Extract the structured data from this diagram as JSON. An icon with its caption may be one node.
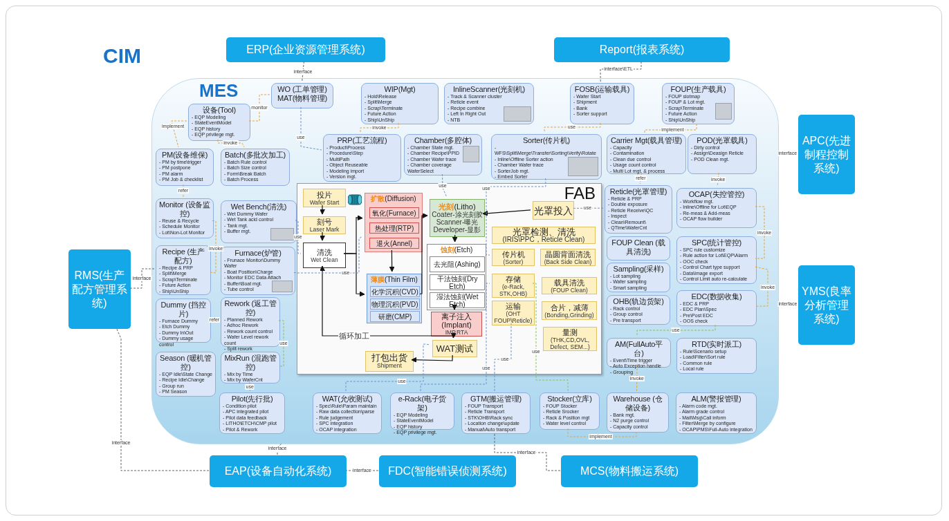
{
  "diagram": {
    "nodes": [
      {
        "text": [
          "CIM"
        ]
      },
      {
        "text": [
          "ERP(企业资源管理系统)"
        ],
        "in": 0
      },
      {
        "text": [
          "Report(报表系统)"
        ],
        "in": 0
      },
      {
        "text": [
          "APC(先进制程控制系统)"
        ],
        "in": 0
      },
      {
        "text": [
          "RMS(生产配方管理系统)"
        ],
        "in": 0
      },
      {
        "text": [
          "YMS(良率分析管理系统)"
        ],
        "in": 0
      },
      {
        "text": [
          "MES"
        ],
        "in": 0
      },
      {
        "text": [
          "WO (工单管理) MAT(物料管理)"
        ],
        "in": 6
      },
      {
        "text": [
          "WIP(Mgt)",
          "- Hold\\Release",
          "- Split\\Merge",
          "- Scrap\\Terminate",
          "- Future Action",
          "- Ship\\UnShip"
        ],
        "in": 6
      },
      {
        "text": [
          "InlineScanner(光刻机)",
          "- Track & Scanner cluster",
          "- Reticle event",
          "- Recipe combine",
          "- Left In Right Out",
          "- NTB"
        ],
        "in": 6
      },
      {
        "text": [
          "FOSB(运输载具)",
          "- Wafer Start",
          "- Shipment",
          "- Bank",
          "- Sorter support"
        ],
        "in": 6
      },
      {
        "text": [
          "FOUP(生产载具)",
          "- FOUP slotmap",
          "- FOUP & Lot mgt.",
          "- Scrap\\Terminate",
          "- Future Action",
          "- Ship\\UnShip"
        ],
        "in": 6
      },
      {
        "text": [
          "设备(Tool)",
          "- EQP Modeling",
          "- StateEventModel",
          "- EQP history",
          "- EQP privilege mgt."
        ],
        "in": 6
      },
      {
        "text": [
          "PM(设备维保)",
          "- PM by time\\trigger",
          "- PM postpone",
          "- PM alarm",
          "- PM Job & checklist"
        ],
        "in": 6
      },
      {
        "text": [
          "Batch(多批次加工)",
          "- Batch Rule control",
          "- Batch Size control",
          "- Form\\Break Batch",
          "- Batch Process"
        ],
        "in": 6
      },
      {
        "text": [
          "PRP(工艺流程)",
          "- Product\\Process",
          "- Procedure\\Step",
          "- MultiPath",
          "- Object Reuseable",
          "- Modeling import",
          "- Version mgt."
        ],
        "in": 6
      },
      {
        "text": [
          "Chamber(多腔体)",
          "- Chamber State mgt.",
          "- Chamber Recipe\\PPID",
          "- Chamber Wafer trace",
          "- Chamber coverage WaferSelect"
        ],
        "in": 6
      },
      {
        "text": [
          "Sorter(传片机)",
          "- WFS\\Split\\Merge\\Transfer\\Sorting\\Verify\\Rotate",
          "- Inline\\Offline Sorter action",
          "- Chamber Wafer trace",
          "- SorterJob mgt.",
          "- Embed Sorter"
        ],
        "in": 6
      },
      {
        "text": [
          "Carrier Mgt(载具管理)",
          "- Capacity",
          "- Contamination",
          "- Clean due control",
          "- Usage count control",
          "- Multi Lot mgt. & process"
        ],
        "in": 6
      },
      {
        "text": [
          "POD(光罩载具)",
          "- Dirty control",
          "- Assign\\Deasign Reticle",
          "- POD Clean mgt."
        ],
        "in": 6
      },
      {
        "text": [
          "Monitor (设备监控)",
          "- Reuse & Recycle",
          "- Schedule Monitor",
          "- Lot\\Non-Lot Monitor"
        ],
        "in": 6
      },
      {
        "text": [
          "Wet Bench(清洗)",
          "- Wet Dummy Wafer",
          "- Wet Tank acid control",
          "- Tank mgt.",
          "- Buffer mgt."
        ],
        "in": 6
      },
      {
        "text": [
          "Reticle(光罩管理)",
          "- Reticle & PRP",
          "- Double exposure",
          "- Reticle Receive\\QC",
          "- Inspect",
          "- Clean\\Remount\\",
          "- QTime\\WaferCnt"
        ],
        "in": 6
      },
      {
        "text": [
          "OCAP(失控管控)",
          "- Workflow mgt.",
          "- Inline\\Offline for Lot\\EQP",
          "- Re-meas & Add-meas",
          "- OCAP flow builder"
        ],
        "in": 6
      },
      {
        "text": [
          "FAB"
        ],
        "in": 6
      },
      {
        "text": [
          "投片",
          "Wafer Start"
        ],
        "in": 24
      },
      {
        "text": [
          "刻号",
          "Laser Mark"
        ],
        "in": 24
      },
      {
        "text": [
          "**扩散**(Diffusion)"
        ],
        "in": 24
      },
      {
        "text": [
          "氧化(Furnace)"
        ],
        "in": 27
      },
      {
        "text": [
          "热处理(RTP)"
        ],
        "in": 27
      },
      {
        "text": [
          "退火(Annel)"
        ],
        "in": 27
      },
      {
        "text": [
          "**光刻**(Litho)",
          "Coater-涂光刻胶",
          "Scanner-曝光",
          "Developer-显影"
        ],
        "in": 24
      },
      {
        "text": [
          "光罩投入"
        ],
        "in": 24
      },
      {
        "text": [
          "清洗",
          "Wet Clean"
        ],
        "in": 24
      },
      {
        "text": [
          "光罩检测、清洗",
          "(IRIS\\PPC，Reticle Clean)"
        ],
        "in": 24
      },
      {
        "text": [
          "**蚀刻**(Etch)"
        ],
        "in": 24
      },
      {
        "text": [
          "去光阻(Ashing)"
        ],
        "in": 35
      },
      {
        "text": [
          "干法蚀刻(Dry Etch)"
        ],
        "in": 35
      },
      {
        "text": [
          "湿法蚀刻(Wet Etch)"
        ],
        "in": 35
      },
      {
        "text": [
          "传片机",
          "(Sorter)"
        ],
        "in": 24
      },
      {
        "text": [
          "晶圆背面清洗",
          "(Back Side Clean)"
        ],
        "in": 24
      },
      {
        "text": [
          "**薄膜**(Thin Film)"
        ],
        "in": 24
      },
      {
        "text": [
          "化学沉积(CVD)"
        ],
        "in": 41
      },
      {
        "text": [
          "物理沉积(PVD)"
        ],
        "in": 41
      },
      {
        "text": [
          "研磨(CMP)"
        ],
        "in": 41
      },
      {
        "text": [
          "存储",
          "(e-Rack, STK,OHB)"
        ],
        "in": 24
      },
      {
        "text": [
          "载具清洗",
          "(FOUP Clean)"
        ],
        "in": 24
      },
      {
        "text": [
          "离子注入 (Implant)",
          "IMP,RTA"
        ],
        "in": 24
      },
      {
        "text": [
          "运输",
          "(OHT FOUP\\Reticle)"
        ],
        "in": 24
      },
      {
        "text": [
          "合片，减薄",
          "(Bonding,Grinding)"
        ],
        "in": 24
      },
      {
        "text": [
          "量测",
          "(THK,CD,OVL, Defect, SEM...)"
        ],
        "in": 24
      },
      {
        "text": [
          "WAT测试"
        ],
        "in": 24
      },
      {
        "text": [
          "打包出货",
          "Shipment"
        ],
        "in": 24
      },
      {
        "text": [
          "Recipe (生产配方)",
          "- Recipe & PRP",
          "- Split\\Merge",
          "- Scrap\\Terminate",
          "- Future Action",
          "- Ship\\UnShip"
        ],
        "in": 6
      },
      {
        "text": [
          "Furnace(炉管)",
          "- Frunace Monitor\\Dummy Wafer",
          "- Boat Position\\Charge",
          "- Monitor EDC Data Attach",
          "- Buffer\\Boat mgt.",
          "- Tube control"
        ],
        "in": 6
      },
      {
        "text": [
          "FOUP Clean (载具清洗)"
        ],
        "in": 6
      },
      {
        "text": [
          "SPC(统计管控)",
          "- SPC rule customize",
          "- Rule action for Lot\\EQP\\Alarm",
          "- OOC check",
          "- Control Chart type support",
          "- Data\\Image export",
          "- Control Limit auto re-calculate"
        ],
        "in": 6
      },
      {
        "text": [
          "Sampling(采样)",
          "- Lot sampling",
          "- Wafer sampling",
          "- Smart sampling"
        ],
        "in": 6
      },
      {
        "text": [
          "Dummy (挡控片)",
          "- Furnace Dummy",
          "- Etch Dummy",
          "- Dummy In\\Out",
          "- Dummy usage control"
        ],
        "in": 6
      },
      {
        "text": [
          "Rework (返工管控)",
          "- Planned Rework",
          "- Adhoc Rework",
          "- Rework count control",
          "- Wafer Level rework count",
          "- Split rework"
        ],
        "in": 6
      },
      {
        "text": [
          "OHB(轨边货架)",
          "- Rack control",
          "- Group control",
          "- Pre transport"
        ],
        "in": 6
      },
      {
        "text": [
          "EDC(数据收集)",
          "- EDC & PRP",
          "- EDC Plan\\Spec",
          "- Pre\\Post EDC",
          "- OOS check"
        ],
        "in": 6
      },
      {
        "text": [
          "AM(FullAuto平台)",
          "- Event\\Time trigger",
          "- Auto Exception handle",
          "- Grouping"
        ],
        "in": 6
      },
      {
        "text": [
          "RTD(实时派工)",
          "- Rule\\Scenario setup",
          "- Load\\Filter\\Sort rule",
          "- Common rule",
          "- Local rule"
        ],
        "in": 6
      },
      {
        "text": [
          "Season (暖机管控)",
          "- EQP Idle\\State Change",
          "- Recipe Idle\\Change",
          "- Group run",
          "- PM Season"
        ],
        "in": 6
      },
      {
        "text": [
          "MixRun (混跑管控)",
          "- Mix by Time",
          "- Mix by WaferCnt"
        ],
        "in": 6
      },
      {
        "text": [
          "Pilot(先行批)",
          "- Condition pilot",
          "- APC integrated pilot",
          "- Pilot data feedback",
          "- LITHO\\ETCH\\CMP pilot",
          "- Pilot & Rework"
        ],
        "in": 6
      },
      {
        "text": [
          "WAT(允收测试)",
          "- Spec\\Rule\\Param maintain",
          "- Raw data collection\\parse",
          "- Rule judgement",
          "- SPC integration",
          "- OCAP integration"
        ],
        "in": 6
      },
      {
        "text": [
          "e-Rack(电子货架)",
          "- EQP Modeling",
          "- StateEventModel",
          "- EQP history",
          "- EQP privilege mgt."
        ],
        "in": 6
      },
      {
        "text": [
          "GTM(搬运管理)",
          "- FOUP Transport",
          "- Reticle Transport",
          "- STK\\OHB\\Rack sync",
          "- Location change\\update",
          "- Manual\\Auto transport"
        ],
        "in": 6
      },
      {
        "text": [
          "Stocker(立库)",
          "- FOUP Stocker",
          "- Reticle Srocker",
          "- Rack & Position mgt",
          "- Water level control"
        ],
        "in": 6
      },
      {
        "text": [
          "Warehouse (仓储设备)",
          "- Bank mgt.",
          "- N2 purge control",
          "- Capacity control"
        ],
        "in": 6
      },
      {
        "text": [
          "ALM(警报管理)",
          "- Alarm code mgt.",
          "- Alarm grade control",
          "- Mail\\Msg\\Call inform",
          "- Filter\\Merge by configure",
          "- OCAP\\PMS\\Full-Auto integration"
        ],
        "in": 6
      },
      {
        "text": [
          "EAP(设备自动化系统)"
        ],
        "in": 0
      },
      {
        "text": [
          "FDC(智能错误侦测系统)"
        ],
        "in": 0
      },
      {
        "text": [
          "MCS(物料搬运系统)"
        ],
        "in": 0
      }
    ],
    "edges": [
      {
        "from": 25,
        "to": 26,
        "arrow": "to",
        "color": "#111111"
      },
      {
        "from": 26,
        "to": 33,
        "arrow": "to",
        "color": "#111111"
      },
      {
        "from": 33,
        "to": 27,
        "arrow": "to",
        "color": "#111111"
      },
      {
        "from": 33,
        "to": 41,
        "arrow": "to",
        "color": "#111111"
      },
      {
        "from": 27,
        "to": 41,
        "arrow": "to",
        "color": "#111111"
      },
      {
        "from": 41,
        "to": 31,
        "arrow": "to",
        "color": "#111111"
      },
      {
        "from": 32,
        "to": 31,
        "arrow": "to",
        "color": "#111111"
      },
      {
        "from": 31,
        "to": 35,
        "arrow": "to",
        "color": "#111111"
      },
      {
        "from": 35,
        "to": 47,
        "arrow": "to",
        "color": "#111111"
      },
      {
        "from": 47,
        "to": 51,
        "arrow": "to",
        "color": "#111111"
      },
      {
        "from": 47,
        "to": 33,
        "arrow": "to",
        "label": "循环加工",
        "color": "#111111"
      },
      {
        "from": 51,
        "to": 52,
        "arrow": "to",
        "color": "#111111"
      },
      {
        "from": 1,
        "to": 7,
        "arrow": "none",
        "label": "interface",
        "style": "dashed",
        "color": "#666666"
      },
      {
        "from": 2,
        "to": 10,
        "arrow": "none",
        "label": "interface\\ETL",
        "style": "dashed",
        "color": "#666666"
      },
      {
        "from": 3,
        "to": 6,
        "arrow": "none",
        "label": "interface",
        "style": "dashed",
        "color": "#666666"
      },
      {
        "from": 5,
        "to": 6,
        "arrow": "none",
        "label": "interface",
        "style": "dashed",
        "color": "#666666"
      },
      {
        "from": 4,
        "to": 53,
        "arrow": "none",
        "label": "interface",
        "style": "dashed",
        "color": "#666666"
      },
      {
        "from": 73,
        "to": 4,
        "arrow": "none",
        "label": "interface",
        "style": "dashed",
        "color": "#666666"
      },
      {
        "from": 73,
        "to": 6,
        "arrow": "none",
        "label": "interface",
        "style": "dashed",
        "color": "#666666"
      },
      {
        "from": 74,
        "to": 73,
        "arrow": "none",
        "label": "interface",
        "style": "dashed",
        "color": "#666666"
      },
      {
        "from": 75,
        "to": 69,
        "arrow": "none",
        "label": "interface",
        "style": "dashed",
        "color": "#666666"
      },
      {
        "from": 12,
        "to": 13,
        "arrow": "none",
        "label": "implement",
        "style": "dashed",
        "color": "#e8a33a"
      },
      {
        "from": 12,
        "to": 14,
        "arrow": "none",
        "label": "invoke",
        "style": "dashed",
        "color": "#e8a33a"
      },
      {
        "from": 12,
        "to": 7,
        "arrow": "none",
        "label": "monitor",
        "style": "dashed",
        "color": "#e8a33a"
      },
      {
        "from": 13,
        "to": 20,
        "arrow": "none",
        "label": "refer",
        "style": "dashed",
        "color": "#e8a33a"
      },
      {
        "from": 20,
        "to": 53,
        "arrow": "none",
        "label": "invoke",
        "style": "dashed",
        "color": "#e8a33a"
      },
      {
        "from": 58,
        "to": 59,
        "arrow": "none",
        "label": "refer",
        "style": "dashed",
        "color": "#8cc152"
      },
      {
        "from": 7,
        "to": 15,
        "arrow": "none",
        "label": "use",
        "style": "dashed",
        "color": "#6f93cf"
      },
      {
        "from": 8,
        "to": 15,
        "arrow": "none",
        "label": "invoke",
        "style": "dashed",
        "color": "#e8a33a"
      },
      {
        "from": 18,
        "to": 11,
        "arrow": "none",
        "label": "implement",
        "style": "dashed",
        "color": "#e8a33a"
      },
      {
        "from": 10,
        "to": 17,
        "arrow": "none",
        "label": "use",
        "style": "dashed",
        "color": "#e8a33a"
      },
      {
        "from": 18,
        "to": 22,
        "arrow": "none",
        "label": "refer",
        "style": "dashed",
        "color": "#e8a33a"
      },
      {
        "from": 19,
        "to": 23,
        "arrow": "none",
        "label": "invoke",
        "style": "dashed",
        "color": "#e8a33a"
      },
      {
        "from": 16,
        "to": 31,
        "arrow": "none",
        "label": "use",
        "style": "dashed",
        "color": "#6f93cf"
      },
      {
        "from": 17,
        "to": 39,
        "arrow": "none",
        "label": "use",
        "style": "dashed",
        "color": "#6f93cf"
      },
      {
        "from": 22,
        "to": 32,
        "arrow": "none",
        "label": "use",
        "style": "dashed",
        "color": "#6f93cf"
      },
      {
        "from": 23,
        "to": 56,
        "arrow": "none",
        "label": "invoke",
        "style": "dashed",
        "color": "#e8a33a"
      },
      {
        "from": 56,
        "to": 61,
        "arrow": "none",
        "label": "invoke",
        "style": "dashed",
        "color": "#e8a33a"
      },
      {
        "from": 61,
        "to": 62,
        "arrow": "none",
        "label": "use",
        "style": "dashed",
        "color": "#8cc152"
      },
      {
        "from": 71,
        "to": 62,
        "arrow": "none",
        "label": "invoke",
        "style": "dashed",
        "color": "#e8a33a"
      },
      {
        "from": 70,
        "to": 71,
        "arrow": "none",
        "label": "implement",
        "style": "dashed",
        "color": "#e8a33a"
      },
      {
        "from": 59,
        "to": 65,
        "arrow": "none",
        "label": "use",
        "style": "dashed",
        "color": "#8cc152"
      },
      {
        "from": 66,
        "to": 65,
        "arrow": "none",
        "label": "use",
        "style": "dashed",
        "color": "#8cc152"
      },
      {
        "from": 67,
        "to": 51,
        "arrow": "none",
        "label": "use",
        "style": "dashed",
        "color": "#6f93cf"
      },
      {
        "from": 68,
        "to": 45,
        "arrow": "none",
        "label": "use",
        "style": "dashed",
        "color": "#6f93cf"
      },
      {
        "from": 69,
        "to": 48,
        "arrow": "none",
        "label": "use",
        "style": "dashed",
        "color": "#6f93cf"
      },
      {
        "from": 70,
        "to": 45,
        "arrow": "none",
        "label": "use",
        "style": "dashed",
        "color": "#8cc152"
      },
      {
        "from": 21,
        "to": 33,
        "arrow": "none",
        "label": "use",
        "style": "dashed",
        "color": "#6f93cf"
      },
      {
        "from": 54,
        "to": 27,
        "arrow": "none",
        "label": "use",
        "style": "dashed",
        "color": "#6f93cf"
      }
    ]
  }
}
